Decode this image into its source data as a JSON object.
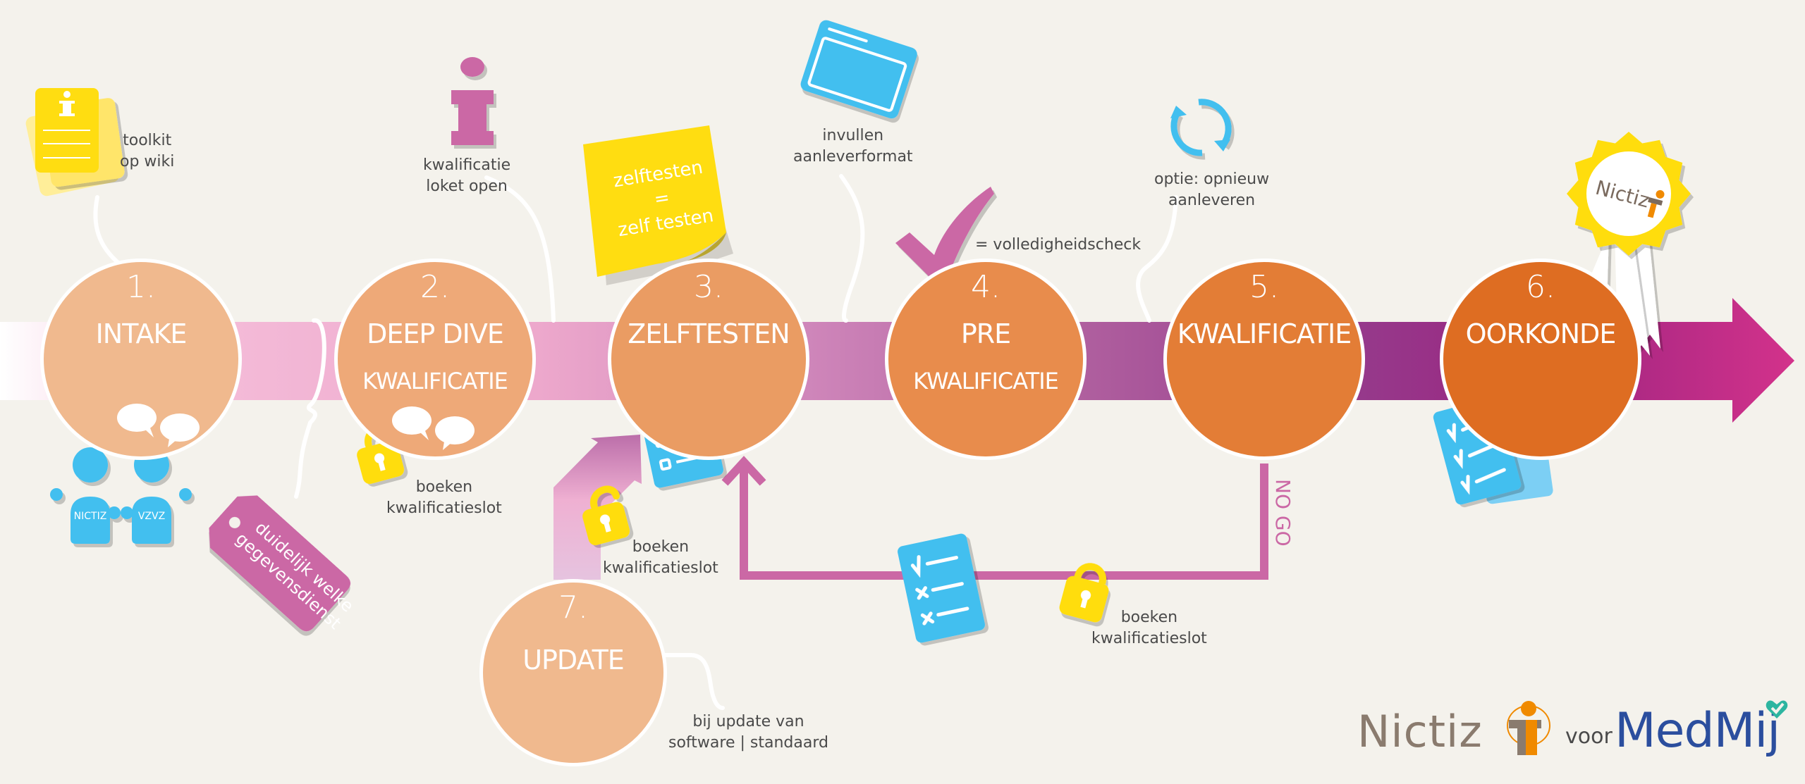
{
  "title": "Kwalificatieproces MedMij",
  "steps": [
    {
      "num": "1.",
      "title": "INTAKE",
      "sub": "",
      "color": "#F0B98E"
    },
    {
      "num": "2.",
      "title": "DEEP DIVE",
      "sub": "KWALIFICATIE",
      "color": "#EEA978"
    },
    {
      "num": "3.",
      "title": "ZELFTESTEN",
      "sub": "",
      "color": "#EA9C63"
    },
    {
      "num": "4.",
      "title": "PRE",
      "sub": "KWALIFICATIE",
      "color": "#E88C4C"
    },
    {
      "num": "5.",
      "title": "KWALIFICATIE",
      "sub": "",
      "color": "#E37D36"
    },
    {
      "num": "6.",
      "title": "OORKONDE",
      "sub": "",
      "color": "#DE6D22"
    },
    {
      "num": "7.",
      "title": "UPDATE",
      "sub": "",
      "color": "#F0B98E"
    }
  ],
  "annotations": {
    "toolkit": [
      "toolkit",
      "op wiki"
    ],
    "loket": [
      "kwalificatie",
      "loket open"
    ],
    "sticky_note": [
      "zelftesten",
      "=",
      "zelf testen"
    ],
    "aanleverformat": [
      "invullen",
      "aanleverformat"
    ],
    "volledigheidscheck": "= volledigheidscheck",
    "opnieuw": [
      "optie: opnieuw",
      "aanleveren"
    ],
    "boeken_2": [
      "boeken",
      "kwalificatieslot"
    ],
    "boeken_3": [
      "boeken",
      "kwalificatieslot"
    ],
    "boeken_loop": [
      "boeken",
      "kwalificatieslot"
    ],
    "update_note": [
      "bij update van",
      "software | standaard"
    ],
    "tag": [
      "duidelijk welke",
      "gegevensdienst"
    ],
    "no_go": "NO GO",
    "person_left": "NICTIZ",
    "person_right": "VZVZ",
    "badge": "Nictiz"
  },
  "footer": {
    "brand": "Nictiz",
    "connector": "voor",
    "partner": "MedMij"
  },
  "colors": {
    "background": "#F4F2EC",
    "blue_icon": "#42BFEF",
    "yellow_icon": "#FFDD11",
    "magenta": "#CB68A5",
    "text": "#4a4a4a",
    "medmij_blue": "#2B4E9E",
    "medmij_teal": "#2DB5A0",
    "nictiz_brown": "#8A7B6E",
    "nictiz_orange": "#F08A00"
  }
}
